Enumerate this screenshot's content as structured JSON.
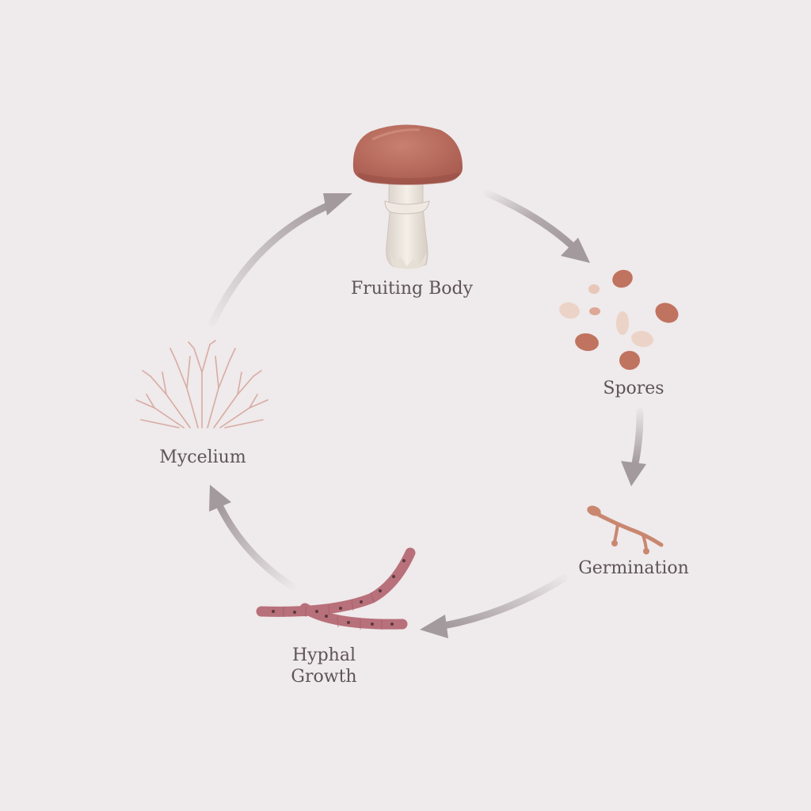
{
  "stages": [
    {
      "id": "fruiting-body",
      "label": "Fruiting Body"
    },
    {
      "id": "spores",
      "label": "Spores"
    },
    {
      "id": "germination",
      "label": "Germination"
    },
    {
      "id": "hyphal-growth",
      "label_lines": [
        "Hyphal",
        "Growth"
      ]
    },
    {
      "id": "mycelium",
      "label": "Mycelium"
    }
  ],
  "colors": {
    "background": "#efeaeb",
    "arrow": "#a39a9d",
    "label": "#5e5457",
    "cap": "#b86b5c",
    "stem": "#ece6de",
    "spore_dark": "#c87a64",
    "spore_light": "#ecd3c7",
    "hypha": "#b8707a",
    "mycelium": "#d8aba3"
  }
}
